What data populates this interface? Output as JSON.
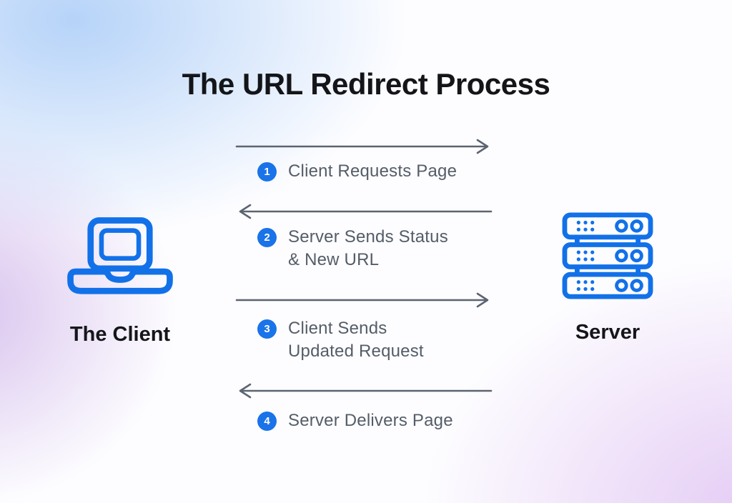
{
  "title": "The URL Redirect Process",
  "client": {
    "label": "The Client",
    "icon": "laptop-icon"
  },
  "server": {
    "label": "Server",
    "icon": "server-rack-icon"
  },
  "steps": [
    {
      "number": "1",
      "direction": "right",
      "lines": [
        "Client Requests Page",
        ""
      ]
    },
    {
      "number": "2",
      "direction": "left",
      "lines": [
        "Server Sends Status",
        "& New URL"
      ]
    },
    {
      "number": "3",
      "direction": "right",
      "lines": [
        "Client Sends",
        "Updated Request"
      ]
    },
    {
      "number": "4",
      "direction": "left",
      "lines": [
        "Server Delivers Page",
        ""
      ]
    }
  ],
  "colors": {
    "icon_blue": "#1271e8",
    "badge_blue": "#1a73e8",
    "arrow_gray": "#5c6472",
    "step_text_gray": "#545d68",
    "title_black": "#141519",
    "bg_blue": "#bcd8f8",
    "bg_purple": "#e6d0f4"
  }
}
